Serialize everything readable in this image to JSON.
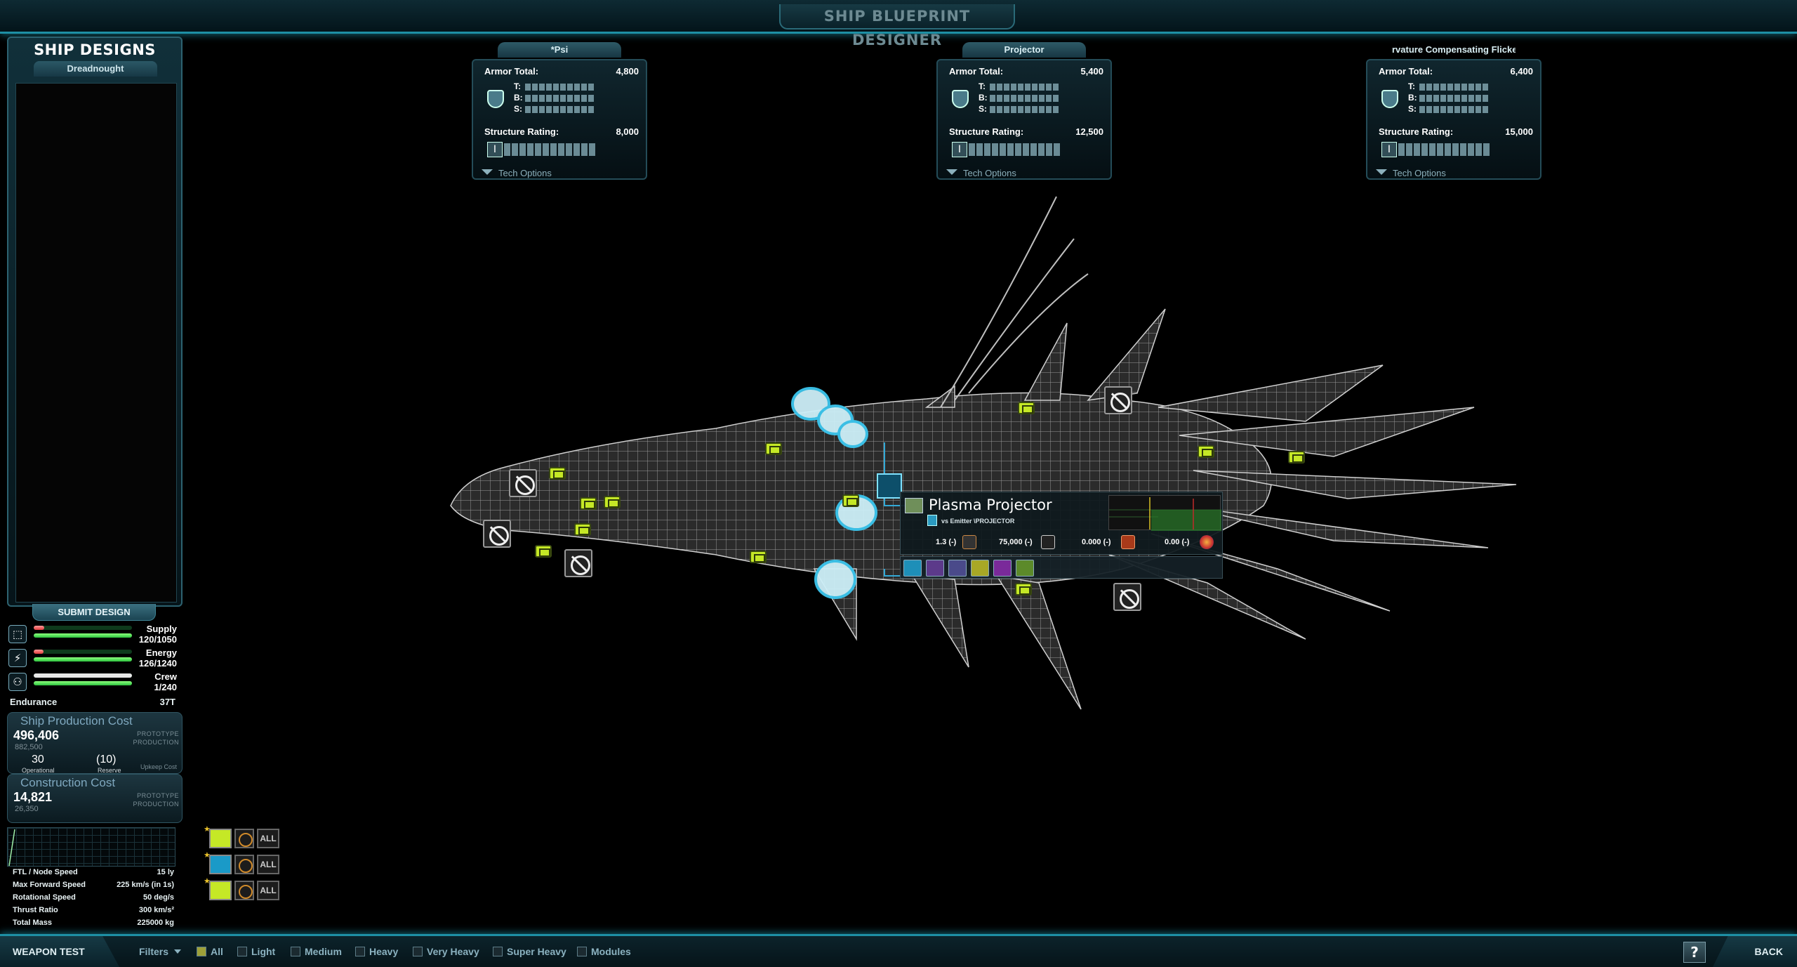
{
  "title": "SHIP BLUEPRINT DESIGNER",
  "left_panel": {
    "heading": "SHIP DESIGNS",
    "hull_class": "Dreadnought",
    "submit_label": "SUBMIT DESIGN",
    "resources": [
      {
        "name": "Supply",
        "value": "120/1050",
        "icon": "supply-icon",
        "usage": 0.11
      },
      {
        "name": "Energy",
        "value": "126/1240",
        "icon": "energy-icon",
        "usage": 0.1
      },
      {
        "name": "Crew",
        "value": "1/240",
        "icon": "crew-icon",
        "usage": 0.01
      }
    ],
    "endurance": {
      "label": "Endurance",
      "value": "37T"
    },
    "production_cost": {
      "title": "Ship Production Cost",
      "value": "496,406",
      "sub_value": "882,500",
      "proto_line1": "PROTOTYPE",
      "proto_line2": "PRODUCTION",
      "operational": "30",
      "operational_label": "Operational",
      "reserve": "(10)",
      "reserve_label": "Reserve",
      "upkeep_label": "Upkeep Cost"
    },
    "construction_cost": {
      "title": "Construction Cost",
      "value": "14,821",
      "sub_value": "26,350",
      "proto_line1": "PROTOTYPE",
      "proto_line2": "PRODUCTION"
    },
    "stats": [
      {
        "label": "FTL / Node Speed",
        "value": "15 ly"
      },
      {
        "label": "Max Forward Speed",
        "value": "225 km/s (in 1s)"
      },
      {
        "label": "Rotational Speed",
        "value": "50 deg/s"
      },
      {
        "label": "Thrust Ratio",
        "value": "300 km/s²"
      },
      {
        "label": "Total Mass",
        "value": "225000 kg"
      }
    ]
  },
  "armor_panels": [
    {
      "name": "*Psi",
      "armor_label": "Armor Total:",
      "armor_total": "4,800",
      "t": "T:",
      "b": "B:",
      "s": "S:",
      "structure_label": "Structure Rating:",
      "structure": "8,000",
      "tech_options": "Tech Options"
    },
    {
      "name": "Projector",
      "armor_label": "Armor Total:",
      "armor_total": "5,400",
      "t": "T:",
      "b": "B:",
      "s": "S:",
      "structure_label": "Structure Rating:",
      "structure": "12,500",
      "tech_options": "Tech Options"
    },
    {
      "name": "rvature Compensating Flicker Wa",
      "armor_label": "Armor Total:",
      "armor_total": "6,400",
      "t": "T:",
      "b": "B:",
      "s": "S:",
      "structure_label": "Structure Rating:",
      "structure": "15,000",
      "tech_options": "Tech Options"
    }
  ],
  "tooltip": {
    "name": "Plasma Projector",
    "subtitle": "vs Emitter \\PROJECTOR",
    "stat1": "1.3 (-)",
    "stat2": "75,000 (-)",
    "stat3": "0.000 (-)",
    "stat4": "0.00 (-)"
  },
  "weapon_groups": [
    {
      "all_label": "ALL",
      "slot_color": "#c5e826"
    },
    {
      "all_label": "ALL",
      "slot_color": "#1a9ac8"
    },
    {
      "all_label": "ALL",
      "slot_color": "#c5e826"
    }
  ],
  "bottom_bar": {
    "weapon_test": "WEAPON TEST",
    "filters_label": "Filters",
    "filters": [
      {
        "label": "All",
        "checked": true
      },
      {
        "label": "Light",
        "checked": false
      },
      {
        "label": "Medium",
        "checked": false
      },
      {
        "label": "Heavy",
        "checked": false
      },
      {
        "label": "Very Heavy",
        "checked": false
      },
      {
        "label": "Super Heavy",
        "checked": false
      },
      {
        "label": "Modules",
        "checked": false
      }
    ],
    "help": "?",
    "back": "BACK"
  },
  "colors": {
    "accent": "#1e8fa4",
    "module_green": "#c5e826",
    "weapon_blue": "#1a9ac8"
  }
}
